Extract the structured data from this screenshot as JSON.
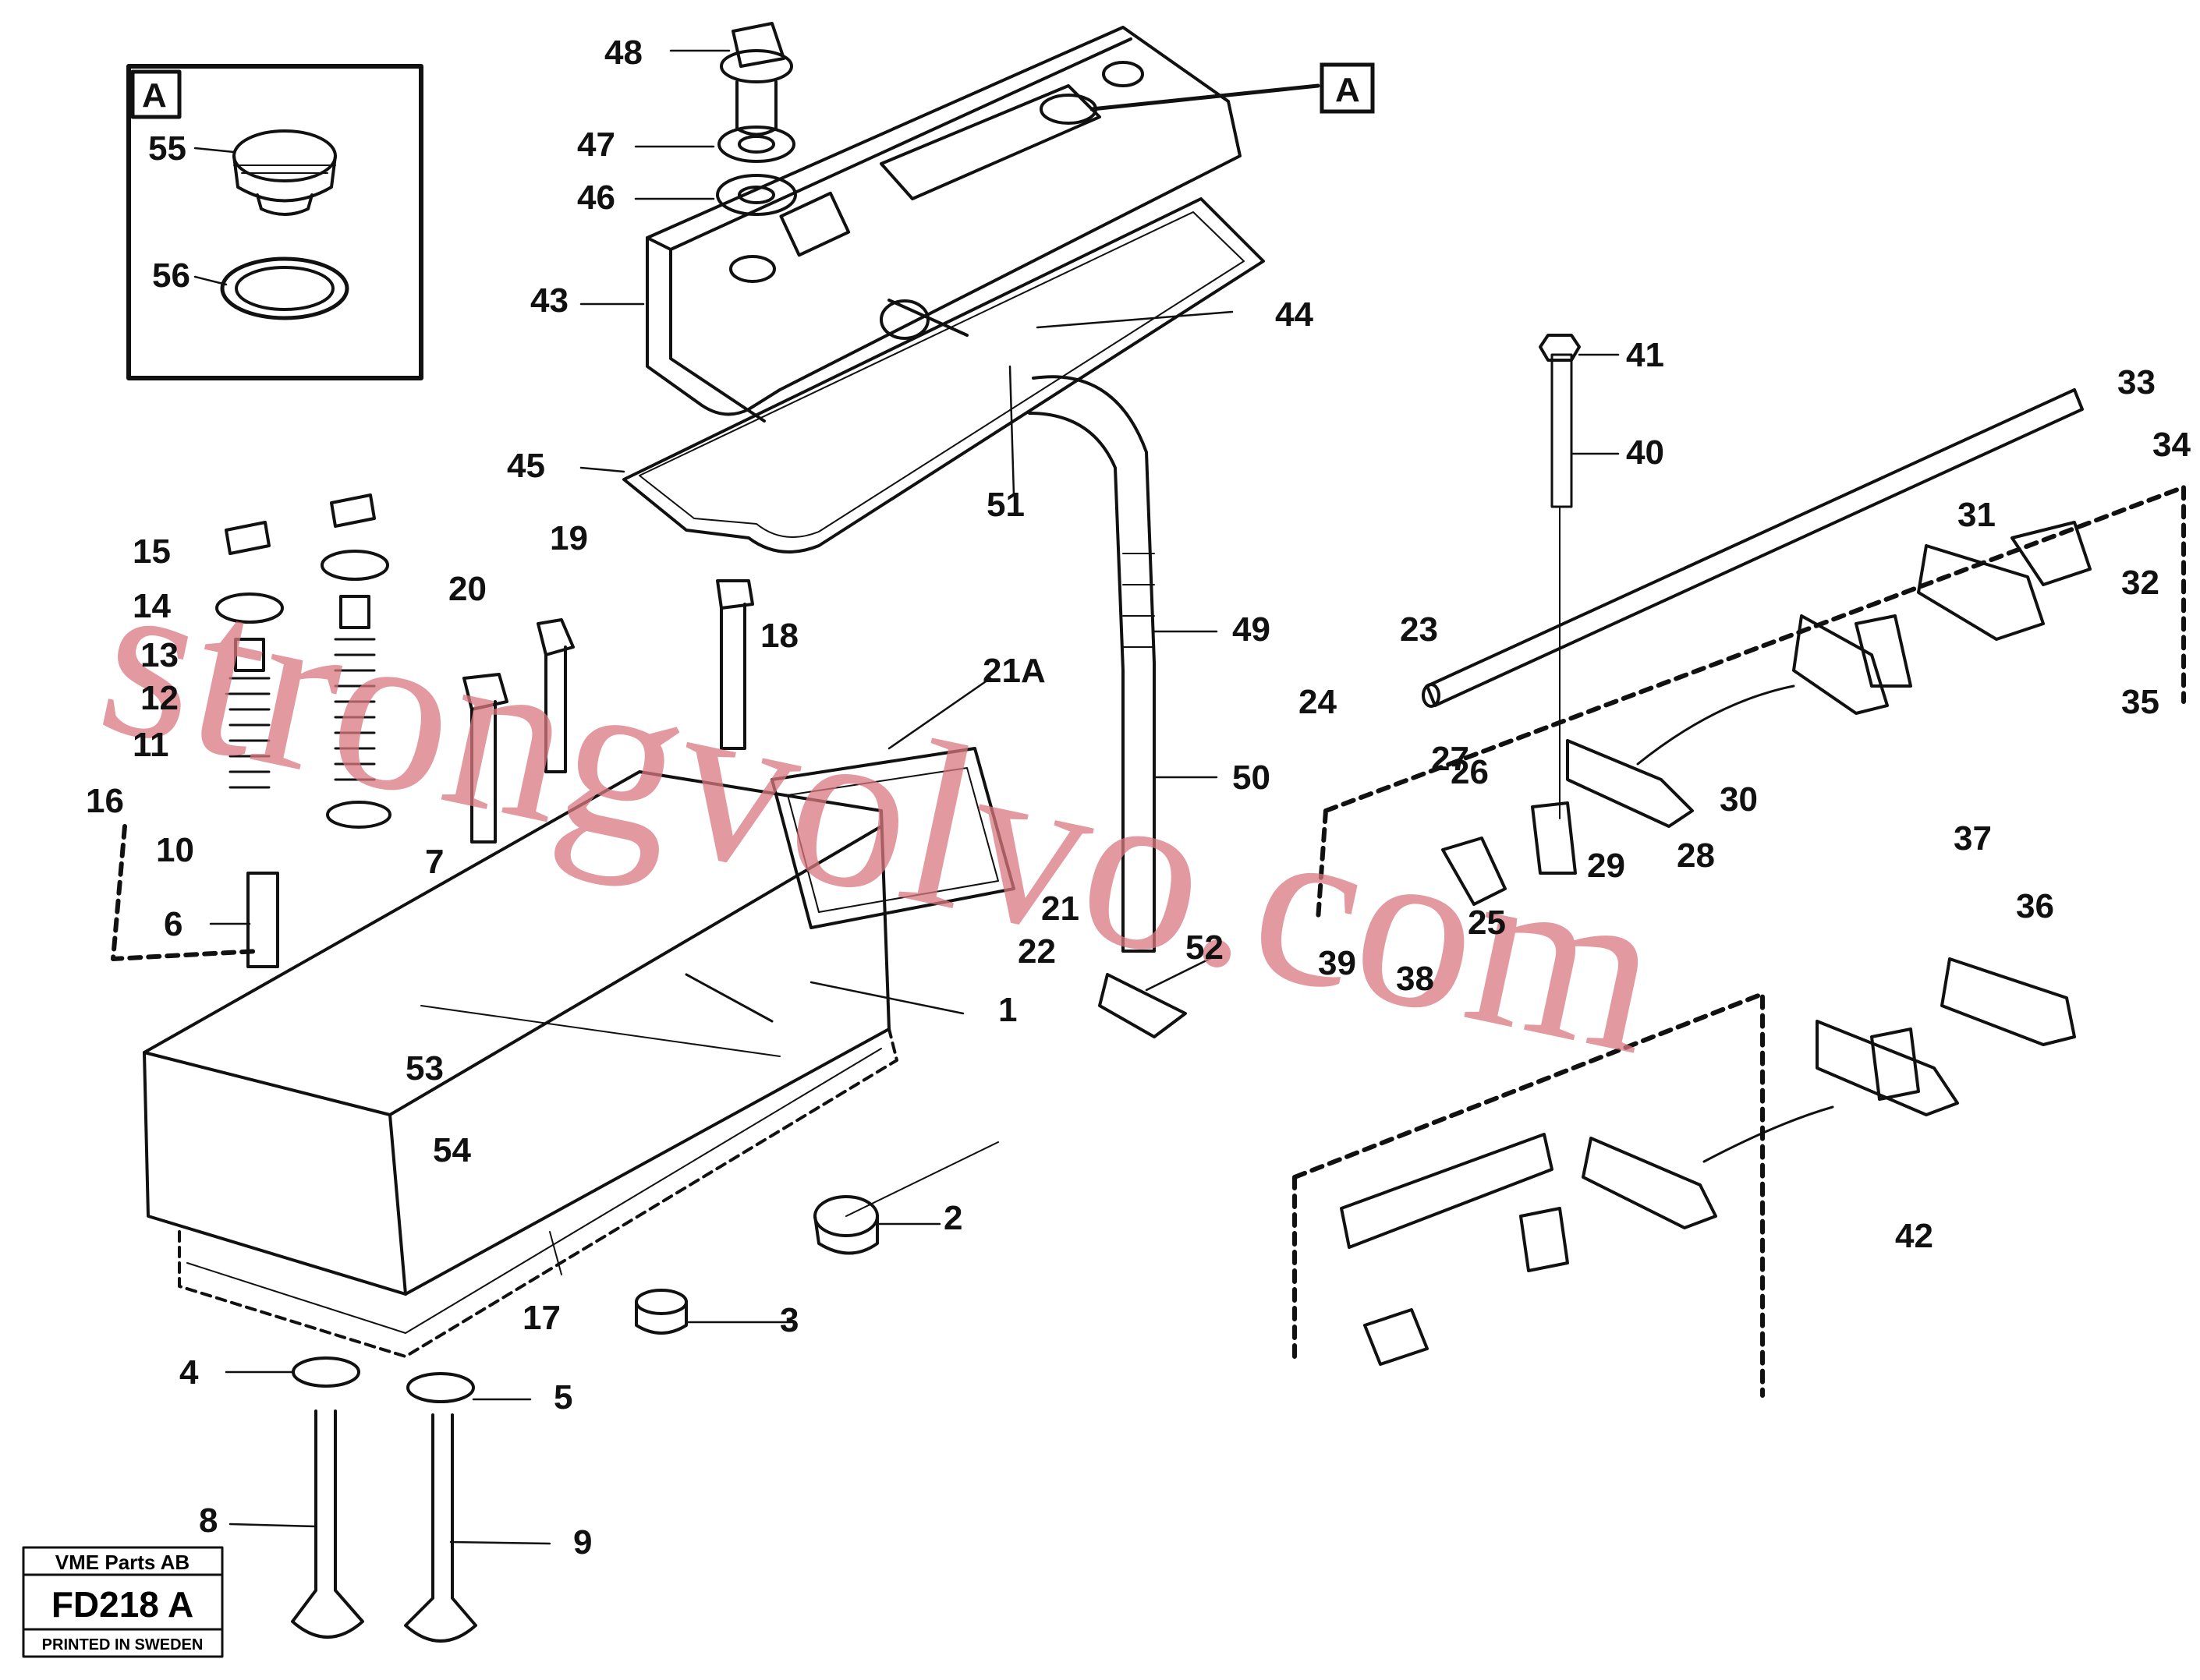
{
  "watermark": "strongvolvo.com",
  "detail_label": "A",
  "titleblock": {
    "company": "VME Parts AB",
    "code": "FD218 A",
    "printed": "PRINTED IN SWEDEN"
  },
  "part_labels": [
    "55",
    "56",
    "48",
    "47",
    "46",
    "43",
    "44",
    "45",
    "51",
    "49",
    "50",
    "52",
    "41",
    "40",
    "33",
    "34",
    "31",
    "32",
    "23",
    "24",
    "27",
    "26",
    "25",
    "28",
    "29",
    "30",
    "35",
    "39",
    "38",
    "36",
    "37",
    "42",
    "15",
    "14",
    "13",
    "12",
    "11",
    "16",
    "10",
    "6",
    "7",
    "19",
    "20",
    "18",
    "21A",
    "21",
    "22",
    "1",
    "2",
    "3",
    "4",
    "5",
    "8",
    "9",
    "17",
    "53",
    "54"
  ]
}
